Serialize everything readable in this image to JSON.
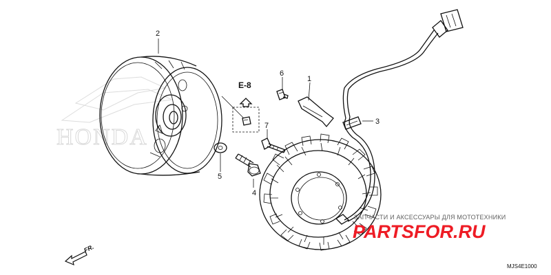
{
  "watermark": {
    "brand_outline": "HONDA",
    "tagline": "ЗАПЧАСТИ И АКСЕССУАРЫ ДЛЯ МОТОТЕХНИКИ",
    "logo": "PARTSFOR.RU"
  },
  "reference": "E-8",
  "direction": "FR.",
  "diagram_code": "MJS4E1000",
  "callouts": [
    {
      "id": "1",
      "part": "stator-clamp"
    },
    {
      "id": "2",
      "part": "flywheel"
    },
    {
      "id": "3",
      "part": "stator"
    },
    {
      "id": "4",
      "part": "flange-bolt"
    },
    {
      "id": "5",
      "part": "washer"
    },
    {
      "id": "6",
      "part": "bolt"
    },
    {
      "id": "7",
      "part": "bolt"
    }
  ],
  "colors": {
    "logo": "#ee1c25",
    "line": "#111111",
    "honda_outline": "#d8d8d8"
  }
}
